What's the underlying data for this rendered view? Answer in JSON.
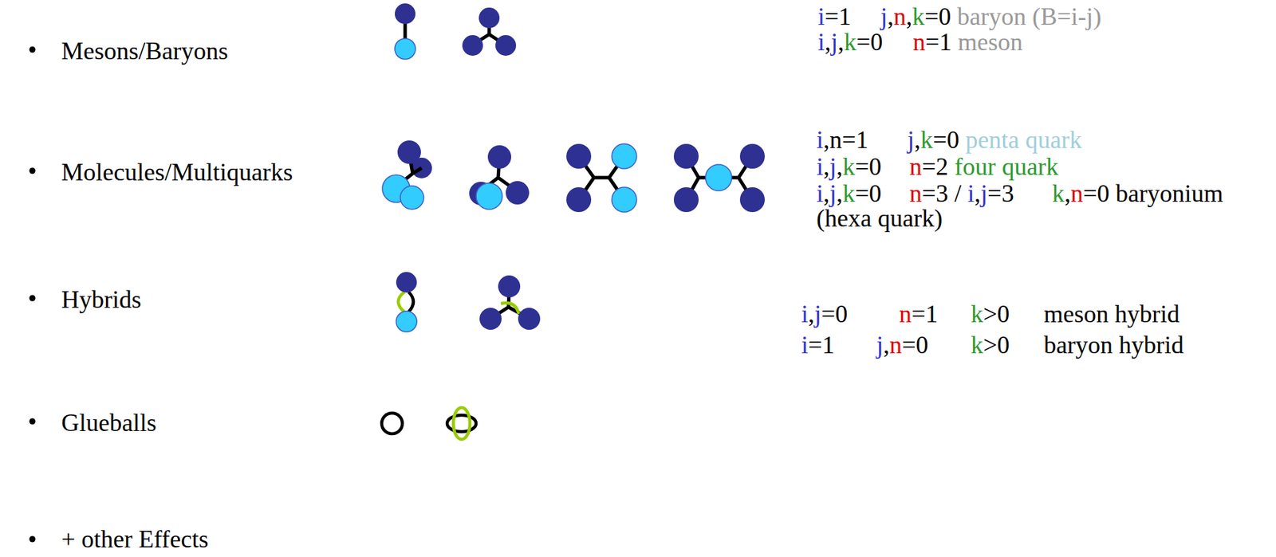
{
  "diagram": {
    "labels": [
      "Mesons/Baryons",
      "Molecules/Multiquarks",
      "Hybrids",
      "Glueballs",
      "+ other Effects",
      "i",
      "=1",
      "j",
      ",",
      "n",
      ",",
      "k",
      "=0",
      "baryon (B=i-j)",
      "i",
      ",",
      "j",
      ",",
      "k",
      "=0",
      "n",
      "=1",
      "meson",
      "i",
      ",n=1",
      "j",
      ",",
      "k",
      "=0",
      "penta quark",
      "i",
      ",",
      "j",
      ",",
      "k",
      "=0",
      "n",
      "=2",
      "four quark",
      "i",
      ",",
      "j",
      ",",
      "k",
      "=0",
      "n",
      "=3 /",
      "i",
      ",",
      "j",
      "=3",
      "k",
      ",",
      "n",
      "=0",
      "baryonium",
      "(hexa quark)",
      "i",
      ",",
      "j",
      "=0",
      "n",
      "=1",
      "k",
      ">0",
      "meson hybrid",
      "i",
      "=1",
      "j",
      ",",
      "n",
      "=0",
      "k",
      ">0",
      "baryon hybrid"
    ]
  }
}
